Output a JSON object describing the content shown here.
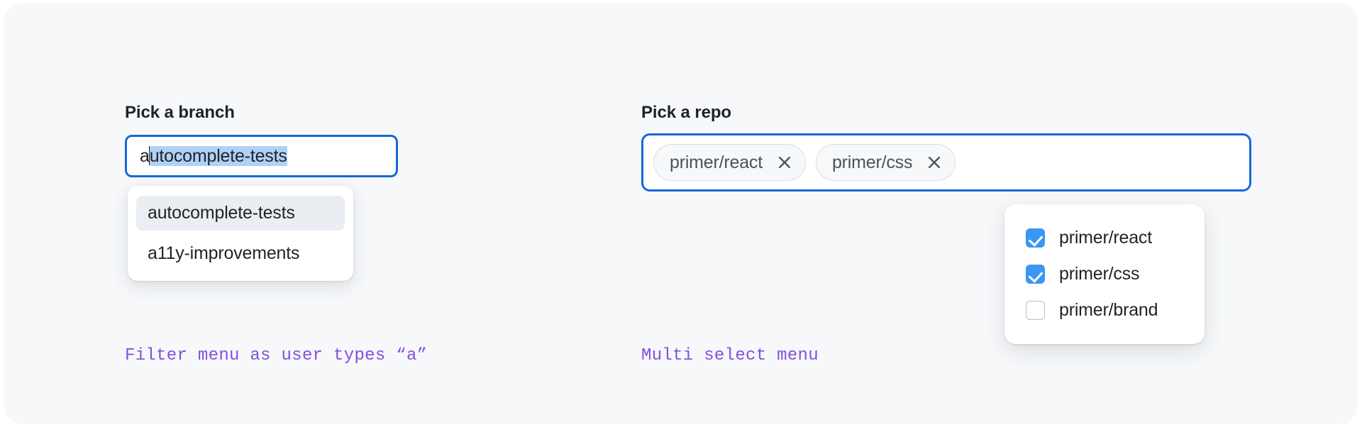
{
  "theme": {
    "panel_bg": "#f6f8fa",
    "accent_border": "#1668d9",
    "selection_bg": "#b0d1f7",
    "checkbox_checked": "#3b97f2",
    "caption_color": "#8250df",
    "text_primary": "#1f2328",
    "token_text": "#4a535d",
    "token_bg": "#f6f8fa",
    "menu_active_bg": "#eaeef2"
  },
  "left": {
    "label": "Pick a branch",
    "input": {
      "typed_value": "a",
      "completion_value": "utocomplete-tests",
      "full_value": "autocomplete-tests"
    },
    "menu": {
      "options": [
        {
          "label": "autocomplete-tests",
          "active": true
        },
        {
          "label": "a11y-improvements",
          "active": false
        }
      ]
    },
    "caption": "Filter menu as user types “a”"
  },
  "right": {
    "label": "Pick a repo",
    "tokens": [
      {
        "label": "primer/react",
        "remove_icon": "close-icon"
      },
      {
        "label": "primer/css",
        "remove_icon": "close-icon"
      }
    ],
    "menu": {
      "options": [
        {
          "label": "primer/react",
          "checked": true
        },
        {
          "label": "primer/css",
          "checked": true
        },
        {
          "label": "primer/brand",
          "checked": false
        }
      ]
    },
    "caption": "Multi select menu"
  }
}
